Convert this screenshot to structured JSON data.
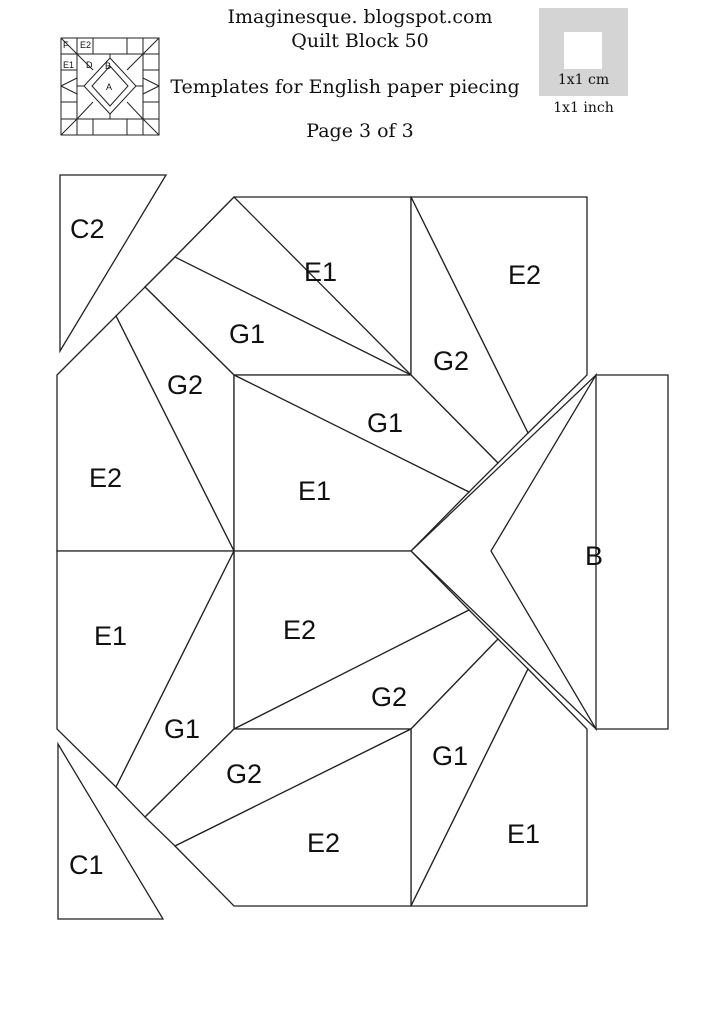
{
  "header": {
    "site": "Imaginesque. blogspot.com",
    "block": "Quilt Block 50",
    "description": "Templates for English paper piecing",
    "page": "Page 3 of 3"
  },
  "scale": {
    "cm": "1x1 cm",
    "inch": "1x1 inch"
  },
  "thumbnail_labels": [
    "F",
    "E2",
    "E1",
    "D",
    "B",
    "A"
  ],
  "pieces": {
    "C2": "C2",
    "E1_top": "E1",
    "E2_top_right": "E2",
    "G1_upper": "G1",
    "G2_upper_left": "G2",
    "G2_upper_right": "G2",
    "G1_center": "G1",
    "E2_left": "E2",
    "E1_center": "E1",
    "B": "B",
    "E1_left": "E1",
    "E2_center": "E2",
    "G2_center": "G2",
    "G1_lower_left": "G1",
    "G1_lower_right": "G1",
    "G2_lower": "G2",
    "C1": "C1",
    "E2_bottom": "E2",
    "E1_bottom_right": "E1"
  }
}
